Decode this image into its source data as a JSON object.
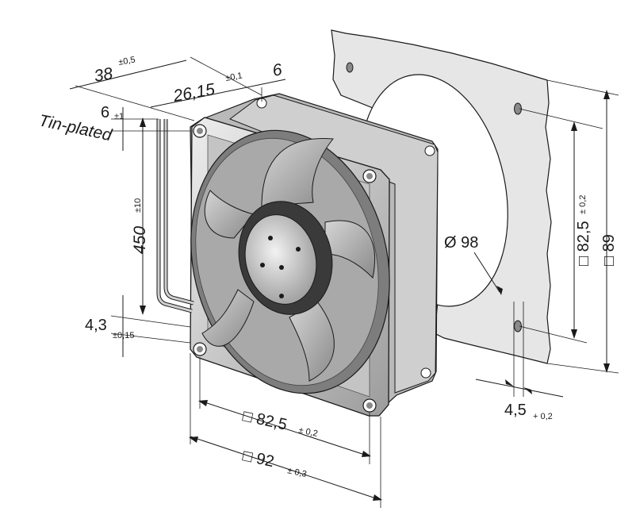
{
  "drawing": {
    "labels": {
      "tin_plated": "Tin-plated",
      "depth_main": "38",
      "depth_tol": "±0,5",
      "flange_offset_main": "26,15",
      "flange_offset_tol": "±0,1",
      "flange_thickness": "6",
      "lead_offset_main": "6",
      "lead_offset_tol": "±1",
      "lead_length_main": "450",
      "lead_length_tol": "±10",
      "hole_offset_main": "4,3",
      "hole_offset_tol": "±0,15",
      "hole_pitch_bottom_main": "□ 82,5",
      "hole_pitch_bottom_tol": "± 0,2",
      "size_main": "□ 92",
      "size_tol": "± 0,3",
      "cutout_diameter": "Ø 98",
      "panel_hole_pitch_main": "□ 82,5",
      "panel_hole_pitch_tol": "± 0,2",
      "panel_size": "□ 89",
      "panel_hole_dia_main": "4,5",
      "panel_hole_dia_tol": "+ 0,2"
    },
    "colors": {
      "line": "#1a1a1a",
      "metal_light": "#d9d9d9",
      "metal_mid": "#a8a8a8",
      "metal_dark": "#6f6f6f",
      "panel": "#e6e6e6"
    }
  }
}
